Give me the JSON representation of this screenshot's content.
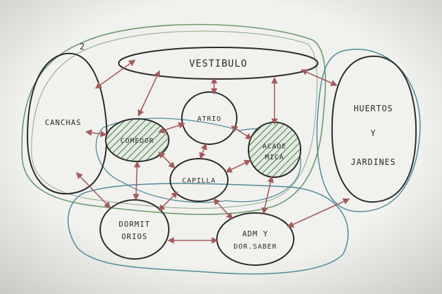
{
  "diagram": {
    "nodes": {
      "vestibulo": "VESTIBULO",
      "canchas": "CANCHAS",
      "comedor": "COMEDOR",
      "atrio": "ATRIO",
      "academica_line1": "ACADE",
      "academica_line2": "MICA",
      "capilla": "CAPILLA",
      "huertos_line1": "HUERTOS",
      "huertos_line2": "Y",
      "huertos_line3": "JARDINES",
      "dormitorios_line1": "DORMIT",
      "dormitorios_line2": "ORIOS",
      "adm_line1": "ADM Y",
      "adm_line2": "DOR.SABER"
    },
    "zone_label": "2",
    "colors": {
      "paper": "#f1f1ee",
      "ink": "#2a2a2a",
      "arrow": "#a55a5a",
      "green_hatch": "#5c8f5c",
      "blue_outline": "#4e8a9a",
      "green_outline": "#6a9a6a"
    }
  }
}
